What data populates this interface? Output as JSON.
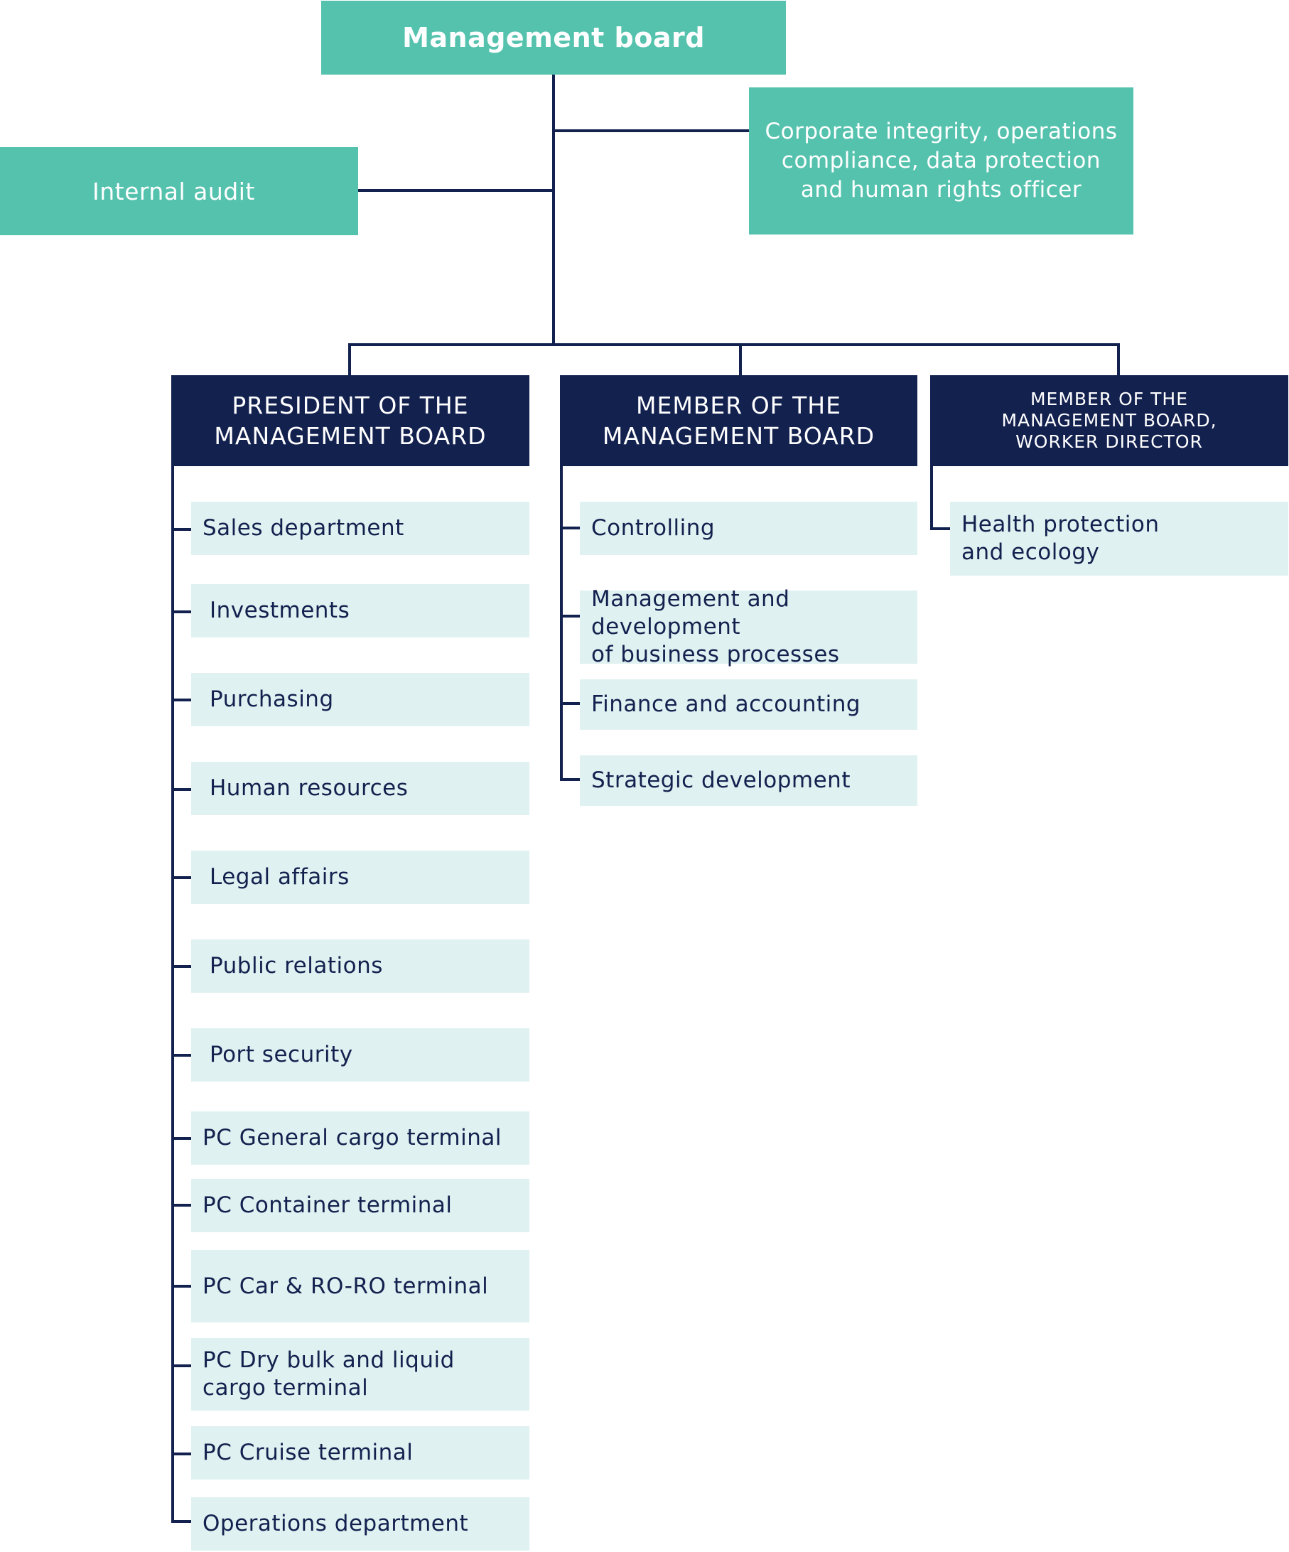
{
  "management_board": "Management board",
  "internal_audit": "Internal audit",
  "officer": "Corporate integrity, operations\ncompliance, data protection\nand human rights officer",
  "columns": [
    {
      "title": "PRESIDENT OF THE\nMANAGEMENT BOARD",
      "items": [
        "Sales department",
        "Investments",
        "Purchasing",
        "Human resources",
        "Legal affairs",
        "Public relations",
        "Port security",
        "PC General cargo terminal",
        "PC Container terminal",
        "PC Car & RO-RO terminal",
        "PC Dry bulk and liquid\ncargo terminal",
        "PC Cruise terminal",
        "Operations department"
      ]
    },
    {
      "title": "MEMBER OF THE\nMANAGEMENT BOARD",
      "items": [
        "Controlling",
        "Management and development\nof business processes",
        "Finance and accounting",
        "Strategic development"
      ]
    },
    {
      "title": "MEMBER OF THE\nMANAGEMENT BOARD,\nWORKER DIRECTOR",
      "items": [
        "Health protection\nand ecology"
      ]
    }
  ],
  "colors": {
    "teal": "#55c2ae",
    "navy": "#13214f",
    "light": "#dff1f0"
  }
}
